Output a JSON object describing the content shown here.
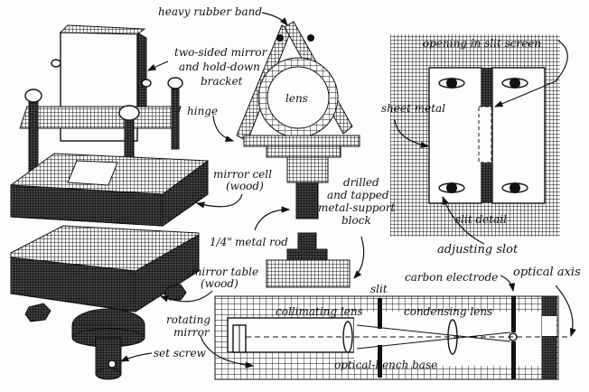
{
  "figure": {
    "title": "Rotating-mirror spectrograph apparatus (line illustration)",
    "colors": {
      "ink": "#111111",
      "paper": "#fdfdfb"
    }
  },
  "labels": {
    "heavy_rubber_band": "heavy rubber band",
    "two_sided_mirror_1": "two-sided mirror",
    "two_sided_mirror_2": "and hold-down",
    "two_sided_mirror_3": "bracket",
    "hinge": "hinge",
    "lens": "lens",
    "mirror_cell_1": "mirror cell",
    "mirror_cell_2": "(wood)",
    "drilled_1": "drilled",
    "drilled_2": "and tapped",
    "drilled_3": "metal-support",
    "drilled_4": "block",
    "metal_rod_fraction": "1/4\"",
    "metal_rod": "metal rod",
    "mirror_table_1": "mirror table",
    "mirror_table_2": "(wood)",
    "rotating_mirror_1": "rotating",
    "rotating_mirror_2": "mirror",
    "set_screw": "set screw",
    "opening_in_slit_screen": "opening in slit screen",
    "sheet_metal": "sheet metal",
    "slit_detail": "slit detail",
    "adjusting_slot": "adjusting slot",
    "slit": "slit",
    "carbon_electrode": "carbon electrode",
    "optical_axis": "optical axis",
    "collimating_lens": "collimating lens",
    "condensing_lens": "condensing lens",
    "optical_bench_base": "optical-bench base"
  }
}
